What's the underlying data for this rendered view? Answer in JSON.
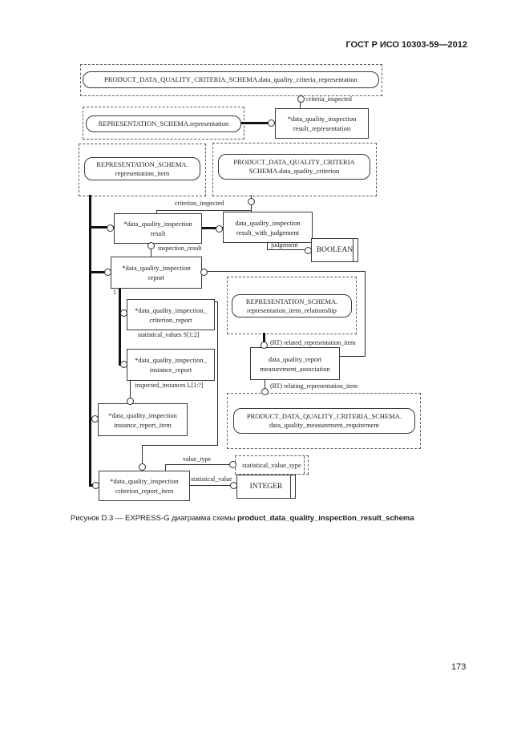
{
  "header": {
    "title": "ГОСТ Р ИСО 10303-59—2012"
  },
  "page_number": "173",
  "caption": {
    "prefix": "Рисунок D.3 — EXPRESS-G диаграмма схемы ",
    "schema_name": "product_data_quality_inspection_result_schema"
  },
  "diagram": {
    "schema_refs": {
      "criteria_representation": {
        "line1": "PRODUCT_DATA_QUALITY_CRITERIA_SCHEMA.data_quality_criteria_representation"
      },
      "representation": {
        "line1": "REPRESENTATION_SCHEMA.representation"
      },
      "representation_item": {
        "line1": "REPRESENTATION_SCHEMA.",
        "line2": "representation_item"
      },
      "data_quality_criterion": {
        "line1": "PRODUCT_DATA_QUALITY_CRITERIA",
        "line2": "SCHEMA.data_quality_criterion"
      },
      "representation_item_relationship": {
        "line1": "REPRESENTATION_SCHEMA.",
        "line2": "representation_item_relationship"
      },
      "measurement_requirement": {
        "line1": "PRODUCT_DATA_QUALITY_CRITERIA_SCHEMA.",
        "line2": "data_quality_measurement_requirement"
      }
    },
    "entities": {
      "result_representation": {
        "line1": "*data_quality_inspection",
        "line2": "result_representation"
      },
      "result": {
        "line1": "*data_quality_inspection",
        "line2": "result"
      },
      "result_with_judgement": {
        "line1": "data_quality_inspection",
        "line2": "result_with_judgement"
      },
      "report": {
        "line1": "*data_quality_inspection",
        "line2": "report"
      },
      "criterion_report": {
        "line1": "*data_quality_inspection_",
        "line2": "criterion_report"
      },
      "instance_report": {
        "line1": "*data_quality_inspection_",
        "line2": "instance_report"
      },
      "instance_report_item": {
        "line1": "*data_quality_inspection",
        "line2": "instance_report_item"
      },
      "criterion_report_item": {
        "line1": "*data_quality_inspection",
        "line2": "criterion_report_item"
      },
      "measurement_association": {
        "line1": "data_quality_report",
        "line2": "measurement_association"
      }
    },
    "types": {
      "boolean": "BOOLEAN",
      "integer": "INTEGER",
      "statistical_value_type": "statistical_value_type"
    },
    "labels": {
      "criteria_inspected": "criteria_inspected",
      "criterion_inspected": "criterion_inspected",
      "inspection_result": "inspection_result",
      "judgement": "judgement",
      "oneof": "1",
      "statistical_values": "statistical_values S[1:2]",
      "inspected_instances": "inspected_instances L[1:?]",
      "related_item": "(RT) related_representation_item",
      "relating_item": "(RT) relating_representation_item",
      "value_type": "value_type",
      "statistical_value": "statistical_value"
    }
  }
}
